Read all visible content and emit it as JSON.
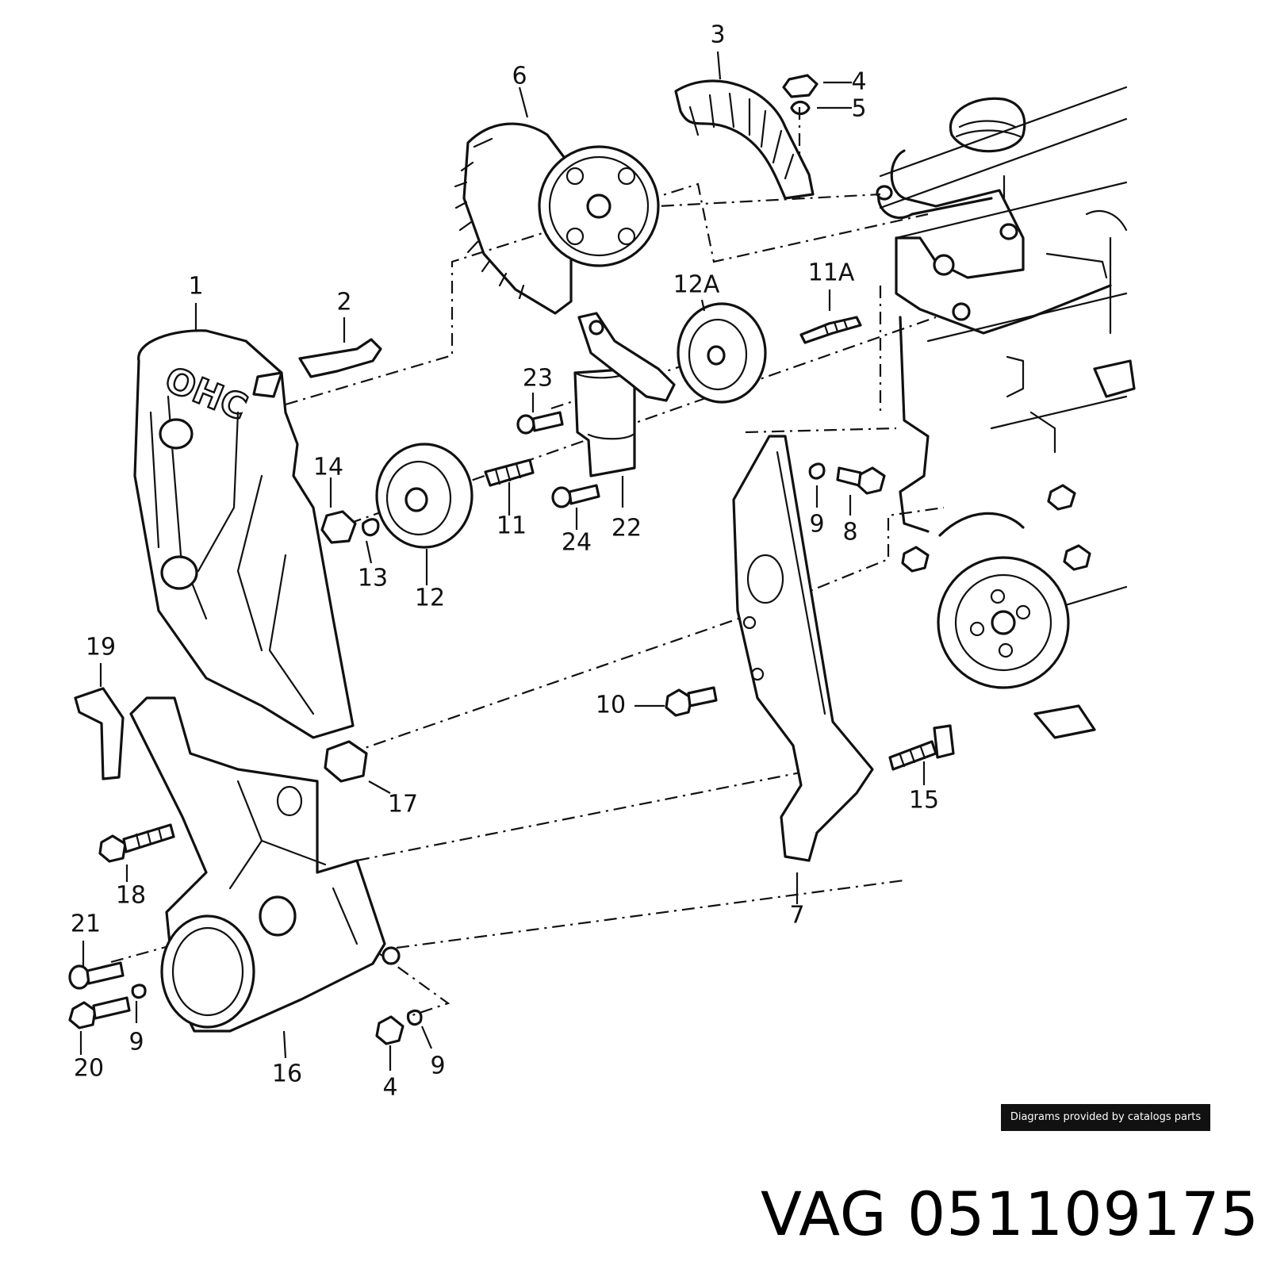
{
  "diagram": {
    "part_labels": [
      "1",
      "2",
      "3",
      "4",
      "5",
      "6",
      "7",
      "8",
      "9",
      "10",
      "11",
      "11A",
      "12",
      "12A",
      "13",
      "14",
      "15",
      "16",
      "17",
      "18",
      "19",
      "20",
      "21",
      "22",
      "23",
      "24"
    ],
    "extra_labels": {
      "label_4b": "4",
      "label_9b": "9",
      "label_9c": "9"
    },
    "cover_marking": "OHC"
  },
  "footer": {
    "credit": "Diagrams provided by catalogs parts",
    "title": "VAG 051109175"
  }
}
